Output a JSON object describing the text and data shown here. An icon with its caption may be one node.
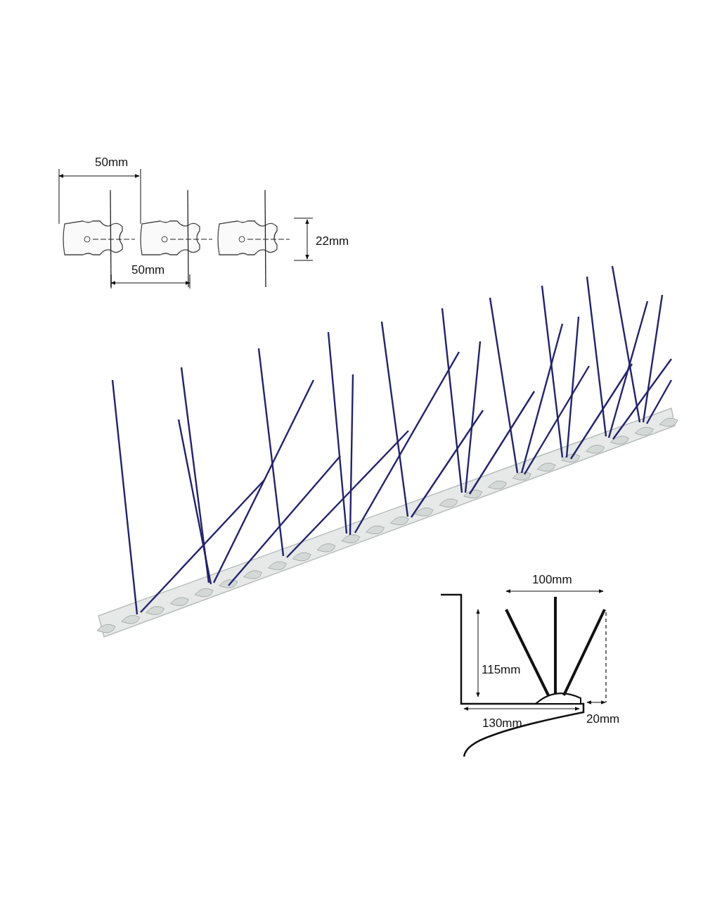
{
  "diagram": {
    "labels": [
      "50mm",
      "22mm",
      "50mm",
      "100mm",
      "115mm",
      "20mm",
      "130mm"
    ]
  }
}
